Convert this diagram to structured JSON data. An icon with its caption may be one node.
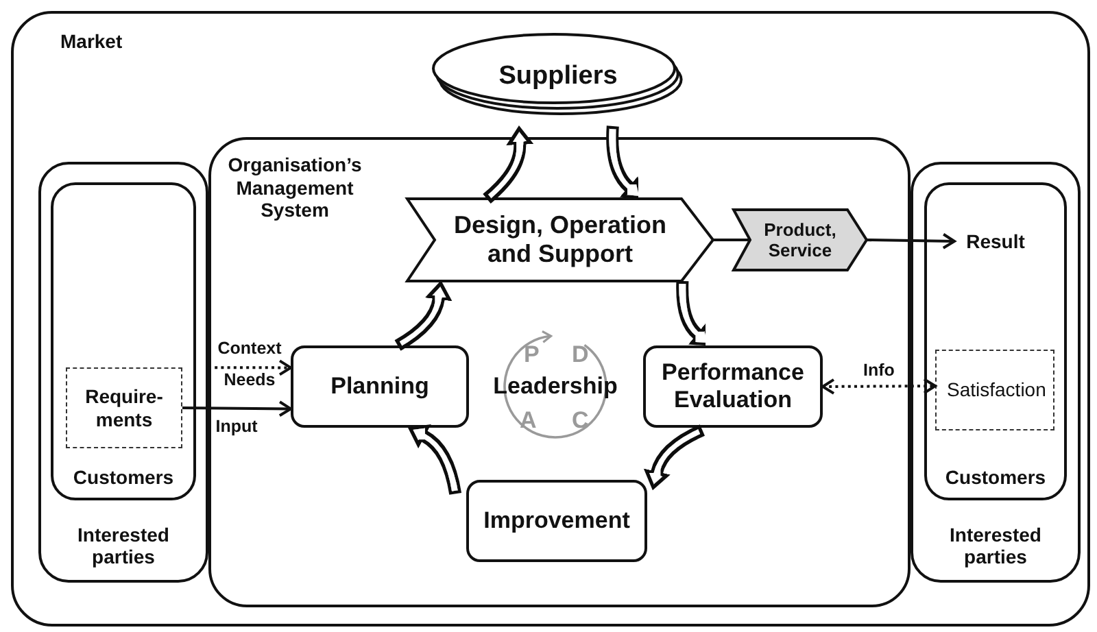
{
  "diagram": {
    "nodes": [
      {
        "text": [
          "Market"
        ]
      },
      {
        "text": [
          "Suppliers"
        ],
        "in": 0
      },
      {
        "text": [
          "Interested parties"
        ],
        "in": 0
      },
      {
        "text": [
          "Customers"
        ],
        "in": 2
      },
      {
        "text": [
          "Require- ments"
        ],
        "in": 3
      },
      {
        "text": [
          "Organisation’s Management System"
        ],
        "in": 0
      },
      {
        "text": [
          "Design, Operation and Support"
        ],
        "in": 5
      },
      {
        "text": [
          "Product, Service"
        ],
        "in": 5
      },
      {
        "text": [
          "Planning"
        ],
        "in": 5
      },
      {
        "text": [
          "Leadership"
        ],
        "in": 5
      },
      {
        "text": [
          "Performance Evaluation"
        ],
        "in": 5
      },
      {
        "text": [
          "Improvement"
        ],
        "in": 5
      },
      {
        "text": [
          "Interested parties"
        ],
        "in": 0
      },
      {
        "text": [
          "Customers"
        ],
        "in": 12
      },
      {
        "text": [
          "Result"
        ],
        "in": 13
      },
      {
        "text": [
          "Satisfaction"
        ],
        "in": 13
      }
    ],
    "edges": [
      {
        "from": 6,
        "to": 1,
        "arrow": "to"
      },
      {
        "from": 1,
        "to": 6,
        "arrow": "to"
      },
      {
        "from": 6,
        "to": 7,
        "arrow": "none"
      },
      {
        "from": 7,
        "to": 14,
        "arrow": "to"
      },
      {
        "from": 2,
        "to": 8,
        "arrow": "to",
        "style": "dashed",
        "label": "Context Needs"
      },
      {
        "from": 4,
        "to": 8,
        "arrow": "to",
        "label": "Input"
      },
      {
        "from": 8,
        "to": 6,
        "arrow": "to"
      },
      {
        "from": 6,
        "to": 10,
        "arrow": "to"
      },
      {
        "from": 10,
        "to": 15,
        "arrow": "both",
        "style": "dashed",
        "label": "Info"
      },
      {
        "from": 10,
        "to": 11,
        "arrow": "to"
      },
      {
        "from": 11,
        "to": 8,
        "arrow": "to"
      }
    ],
    "labels": [
      "P",
      "D",
      "A",
      "C"
    ]
  }
}
